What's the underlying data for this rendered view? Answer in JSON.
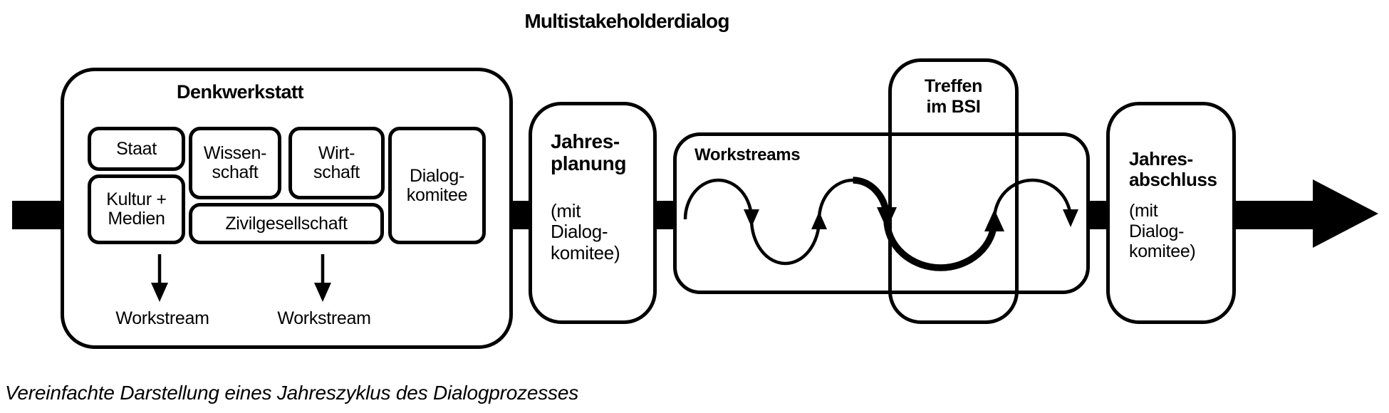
{
  "figure_title": "Multistakeholderdialog",
  "caption": "Vereinfachte Darstellung eines Jahreszyklus des Dialogprozesses",
  "colors": {
    "ink": "#000000",
    "paper": "#ffffff"
  },
  "denkwerkstatt": {
    "title": "Denkwerkstatt",
    "stakeholders": {
      "staat": "Staat",
      "wissenschaft": "Wissen-\nschaft",
      "wirtschaft": "Wirt-\nschaft",
      "kultur_medien": "Kultur +\nMedien",
      "zivilgesellschaft": "Zivilgesellschaft",
      "dialogkomitee": "Dialog-\nkomitee"
    },
    "outputs": [
      "Workstream",
      "Workstream"
    ]
  },
  "stages": {
    "jahresplanung": {
      "title": "Jahres-\nplanung",
      "note": "(mit\nDialog-\nkomitee)"
    },
    "workstreams": {
      "title": "Workstreams"
    },
    "treffen_im_bsi": {
      "title": "Treffen\nim BSI"
    },
    "jahresabschluss": {
      "title": "Jahres-\nabschluss",
      "note": "(mit\nDialog-\nkomitee)"
    }
  },
  "icons": {
    "timeline_arrow": "thick-right-arrow",
    "workstream_output_arrow": "down-arrow",
    "workstream_cycle": "alternating-semicircle-arc-arrows"
  }
}
